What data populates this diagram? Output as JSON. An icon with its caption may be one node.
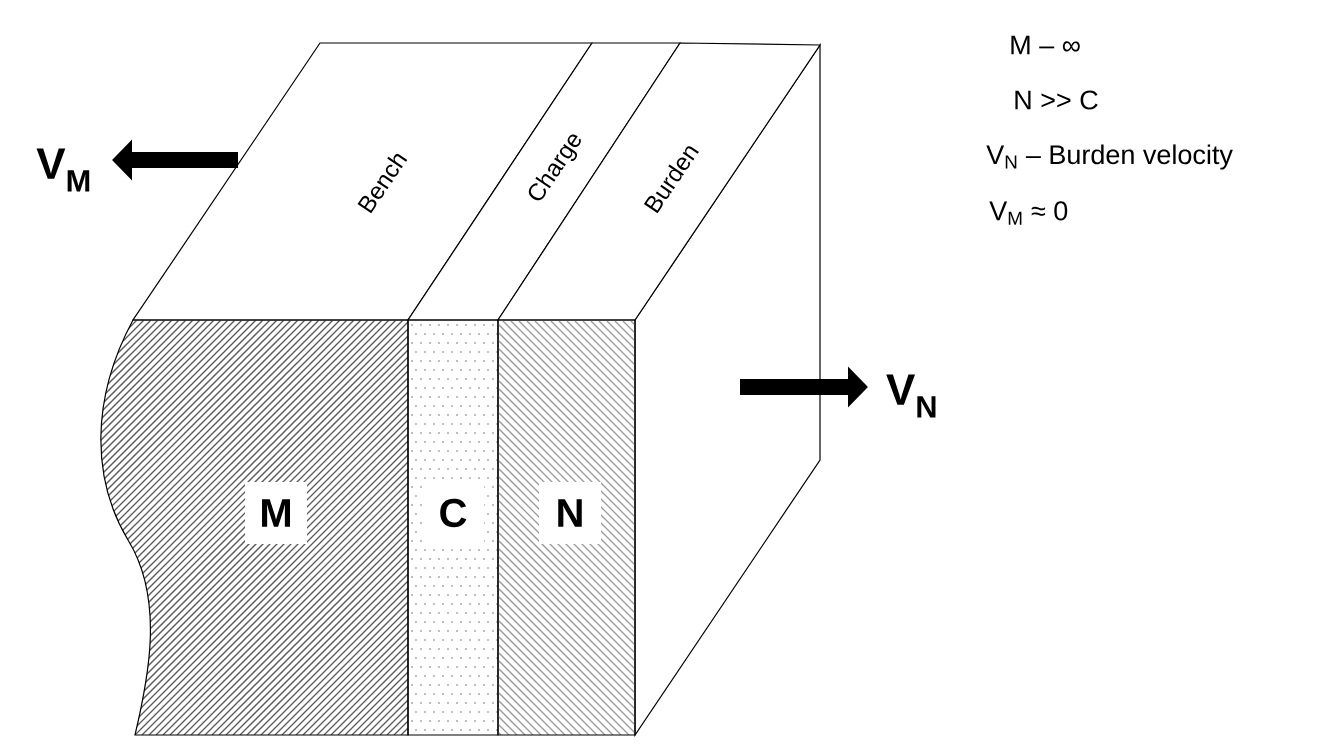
{
  "diagram": {
    "nodes": [
      {
        "text": [
          "Bench"
        ]
      },
      {
        "text": [
          "Charge"
        ]
      },
      {
        "text": [
          "Burden"
        ]
      },
      {
        "text": [
          "M"
        ]
      },
      {
        "text": [
          "C"
        ]
      },
      {
        "text": [
          "N"
        ]
      }
    ],
    "labels": [
      "V$_{M}$",
      "V$_{N}$",
      "M – ∞",
      "N >> C",
      "V$_{N}$ – Burden velocity",
      "V$_{M}$ ≈ 0"
    ]
  }
}
